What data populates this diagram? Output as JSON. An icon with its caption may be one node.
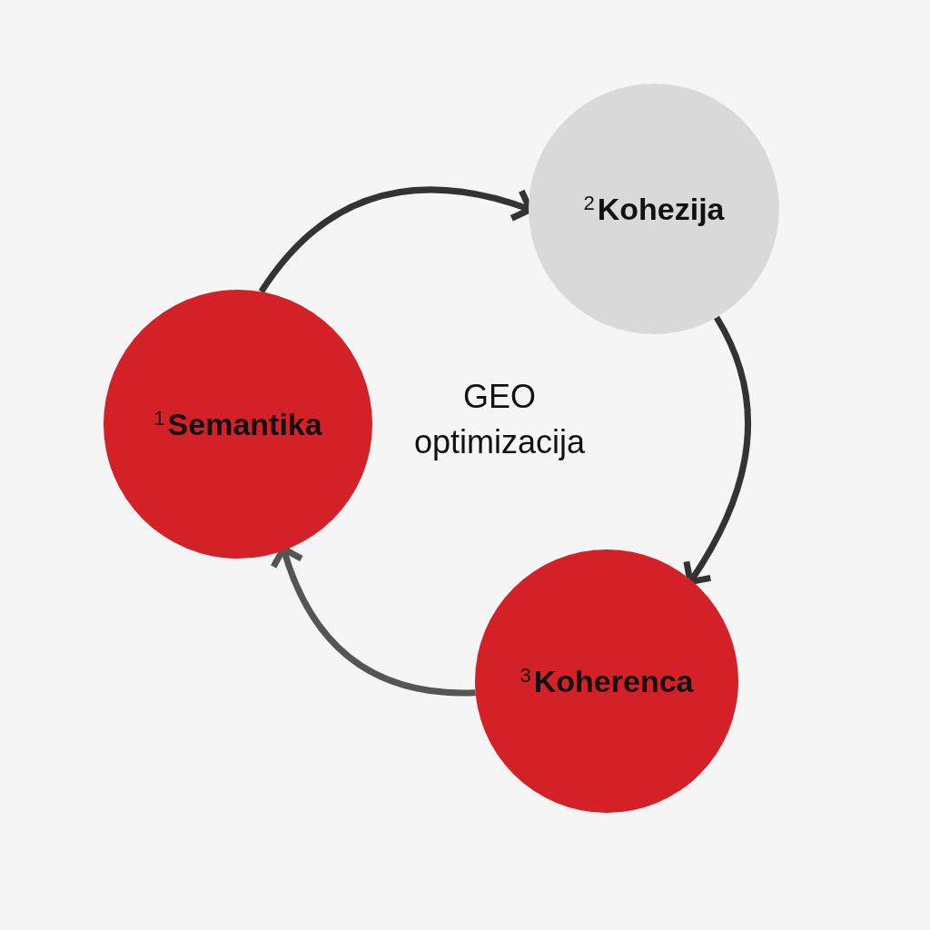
{
  "diagram": {
    "nodes": [
      {
        "text": [
          "$^{1}$Semantika"
        ]
      },
      {
        "text": [
          "$^{2}$Kohezija"
        ]
      },
      {
        "text": [
          "$^{3}$Koherenca"
        ]
      }
    ],
    "edges": [
      {
        "from": 0,
        "to": 1,
        "arrow": "to"
      },
      {
        "from": 1,
        "to": 2,
        "arrow": "to"
      },
      {
        "from": 2,
        "to": 0,
        "arrow": "to",
        "color": "#555555"
      }
    ],
    "labels": [
      "GEO optimizacija"
    ]
  }
}
